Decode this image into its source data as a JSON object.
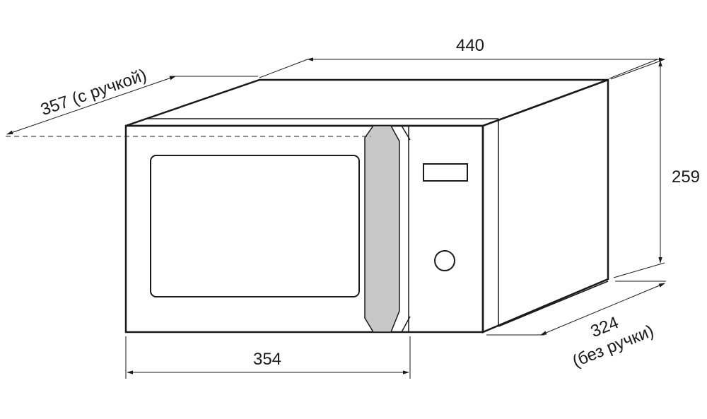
{
  "dimensions": {
    "width_label": "440",
    "depth_with_handle_label": "357 (с ручкой)",
    "height_label": "259",
    "front_width_label": "354",
    "depth_no_handle_value": "324",
    "depth_no_handle_note": "(без ручки)"
  },
  "colors": {
    "line": "#1a1a1a",
    "handle_fill": "#c8c8c8",
    "background": "#ffffff"
  }
}
